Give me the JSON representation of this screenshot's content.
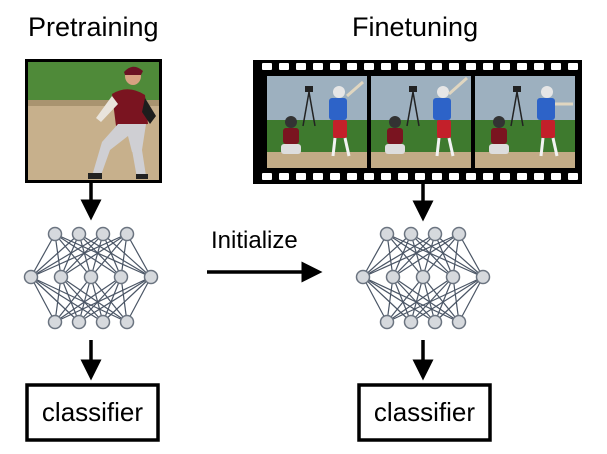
{
  "titles": {
    "left": "Pretraining",
    "right": "Finetuning"
  },
  "middle_label": "Initialize",
  "boxes": {
    "left": "classifier",
    "right": "classifier"
  },
  "images": {
    "pretraining_photo": "baseball-pitcher-photo",
    "finetuning_frames": [
      "batter-catcher-frame",
      "batter-catcher-frame",
      "batter-catcher-frame"
    ]
  },
  "colors": {
    "node_fill": "#d6d9dd",
    "node_stroke": "#6b7480",
    "edge": "#4a5565",
    "film": "#000000",
    "sky_green": "#3e7a2e",
    "dirt": "#c2ab86",
    "jersey_red": "#7a1420",
    "jersey_blue": "#2d63c8",
    "pants_red": "#c3202a"
  }
}
